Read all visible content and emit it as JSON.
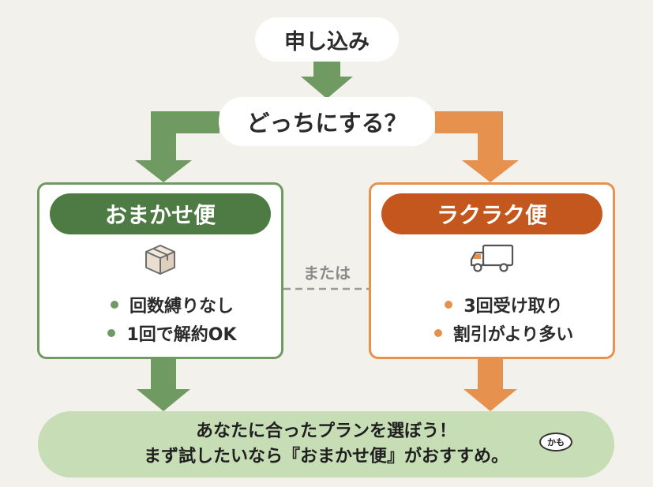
{
  "colors": {
    "background": "#f3f1eb",
    "green_accent": "#6f9a62",
    "green_dark": "#4e7a43",
    "orange_accent": "#e6924e",
    "orange_dark": "#c4571e",
    "conclusion_bg": "#c7ddb5"
  },
  "start": {
    "label": "申し込み"
  },
  "question": {
    "label": "どっちにする？"
  },
  "separator": {
    "label": "または"
  },
  "left_option": {
    "title": "おまかせ便",
    "icon": "package-box-icon",
    "features": [
      "回数縛りなし",
      "1回で解約OK"
    ]
  },
  "right_option": {
    "title": "ラクラク便",
    "icon": "delivery-truck-icon",
    "features": [
      "3回受け取り",
      "割引がより多い"
    ]
  },
  "conclusion": {
    "line1": "あなたに合ったプランを選ぼう！",
    "line2": "まず試したいなら『おまかせ便』がおすすめ。",
    "note": "かも"
  }
}
